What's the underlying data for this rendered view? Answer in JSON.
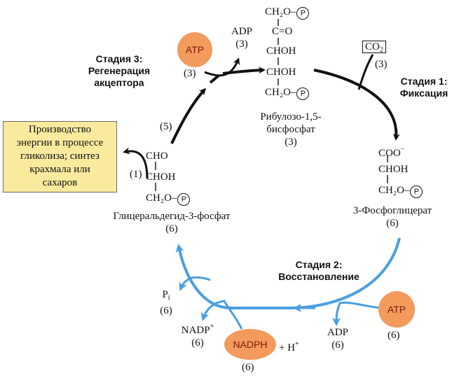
{
  "colors": {
    "blue_arrow": "#4a9fe0",
    "black_arrow": "#111111",
    "orange_ball": "#f39a5d",
    "yellow_box": "#faea9e"
  },
  "stage1": {
    "title": "Стадия 1:",
    "subtitle": "Фиксация"
  },
  "stage2": {
    "title": "Стадия 2:",
    "subtitle": "Восстановление"
  },
  "stage3": {
    "title": "Стадия 3:",
    "subtitle1": "Регенерация",
    "subtitle2": "акцептора"
  },
  "ribulose": {
    "line1": "CH₂O–",
    "line2": "C=O",
    "line3": "CHOH",
    "line4": "CHOH",
    "line5": "CH₂O–",
    "name1": "Рибулозо-1,5-",
    "name2": "бисфосфат",
    "count": "(3)"
  },
  "phosphoglycerate": {
    "line1": "COO",
    "line1_sup": "−",
    "line2": "CHOH",
    "line3": "CH₂O–",
    "name": "3-Фосфоглицерат",
    "count": "(6)"
  },
  "gap": {
    "line1": "CHO",
    "line2": "CHOH",
    "line3": "CH₂O–",
    "name": "Глицеральдегид-3-фосфат",
    "count": "(6)"
  },
  "phosphate_symbol": "P",
  "co2": {
    "label": "CO",
    "sub": "2",
    "count": "(3)"
  },
  "atp_top": {
    "label": "ATP",
    "count": "(3)"
  },
  "adp_top": {
    "label": "ADP",
    "count": "(3)"
  },
  "step5": "(5)",
  "step1": "(1)",
  "yellow_box": {
    "line1": "Производство",
    "line2": "энергии в процессе",
    "line3": "гликолиза; синтез",
    "line4": "крахмала или",
    "line5": "сахаров"
  },
  "atp_bottom": {
    "label": "ATP",
    "count": "(6)"
  },
  "adp_bottom": {
    "label": "ADP",
    "count": "(6)"
  },
  "nadph": {
    "label": "NADPH",
    "plus": "+ H",
    "plus_sup": "+",
    "count": "(6)"
  },
  "nadp": {
    "label": "NADP",
    "sup": "+",
    "count": "(6)"
  },
  "pi": {
    "label": "P",
    "sub": "i",
    "count": "(6)"
  }
}
